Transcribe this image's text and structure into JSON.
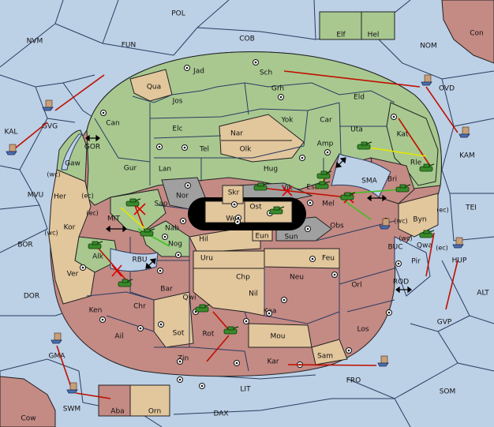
{
  "map": {
    "colors": {
      "water": "#bcd0e6",
      "power_green": "#a8c890",
      "power_red": "#c48a84",
      "power_tan": "#e2c69c",
      "neutral": "#d6d6d6",
      "move_arrow": "#c01000",
      "support_line": "#e6e600",
      "convoy_line": "#40c020"
    },
    "sea_labels": {
      "pol": "POL",
      "nvm": "NVM",
      "fun": "FUN",
      "cob": "COB",
      "nom": "NOM",
      "con": "Con",
      "kal": "KAL",
      "gvg": "GVG",
      "gor": "GOR",
      "ovd": "OVD",
      "kam": "KAM",
      "mvu": "MVU",
      "sma": "SMA",
      "tei": "TEI",
      "bor": "BOR",
      "mit": "MIT",
      "rbu": "RBU",
      "buc": "BUC",
      "dor": "DOR",
      "alt": "ALT",
      "rod": "ROD",
      "gvp": "GVP",
      "gma": "GMA",
      "fro": "FRO",
      "som": "SOM",
      "swm": "SWM",
      "lit": "LIT",
      "dax": "DAX",
      "cow": "Cow",
      "hup": "HUP"
    },
    "province_labels": {
      "elf": "Elf",
      "hel": "Hel",
      "jad": "Jad",
      "sch": "Sch",
      "qua": "Qua",
      "jos": "Jos",
      "grh": "Grh",
      "eld": "Eld",
      "can": "Can",
      "elc": "Elc",
      "nar": "Nar",
      "yok": "Yok",
      "car": "Car",
      "uta": "Uta",
      "kat": "Kat",
      "tel": "Tel",
      "olk": "Olk",
      "amp": "Amp",
      "gur": "Gur",
      "lan": "Lan",
      "hug": "Hug",
      "rle": "Rle",
      "gaw": "Gaw",
      "esm": "Esm",
      "bri": "Bri",
      "her": "Her",
      "nor": "Nor",
      "skr": "Skr",
      "vik": "Vik",
      "mel": "Mel",
      "sap": "Sap",
      "web": "Web",
      "ost": "Ost",
      "byn": "Byn",
      "kor": "Kor",
      "nab": "Nab",
      "eun": "Eun",
      "sun": "Sun",
      "obs": "Obs",
      "hil": "Hil",
      "nog": "Nog",
      "alk": "Alk",
      "pir": "Pir",
      "qwa": "Qwa",
      "uru": "Uru",
      "feu": "Feu",
      "ver": "Ver",
      "chp": "Chp",
      "neu": "Neu",
      "orl": "Orl",
      "bar": "Bar",
      "nil": "Nil",
      "ken": "Ken",
      "chr": "Chr",
      "qwi": "Qwi",
      "kaa": "Kaa",
      "los": "Los",
      "ail": "Ail",
      "sot": "Sot",
      "rot": "Rot",
      "mou": "Mou",
      "zin": "Zin",
      "kar": "Kar",
      "sam": "Sam",
      "aba": "Aba",
      "orn": "Orn"
    },
    "coast_tags": {
      "wc1": "(wc)",
      "ec1": "(ec)",
      "ec2": "(ec)",
      "wc2": "(wc)",
      "wc3": "(wc)",
      "ec3": "(ec)",
      "wc4": "(wc)",
      "ec4": "(ec)"
    },
    "canal_icons": [
      "gor-passage-icon",
      "mit-passage-icon",
      "sma-passage-icon",
      "rod-passage-icon",
      "rbu-passage-icon",
      "esm-passage-icon"
    ],
    "unit_icons": [
      "army-unit-icon",
      "fleet-unit-icon"
    ],
    "order_icons": [
      "move-order-arrow",
      "support-order-line",
      "convoy-order-line",
      "failed-order-cross-icon",
      "supply-center-icon"
    ]
  }
}
